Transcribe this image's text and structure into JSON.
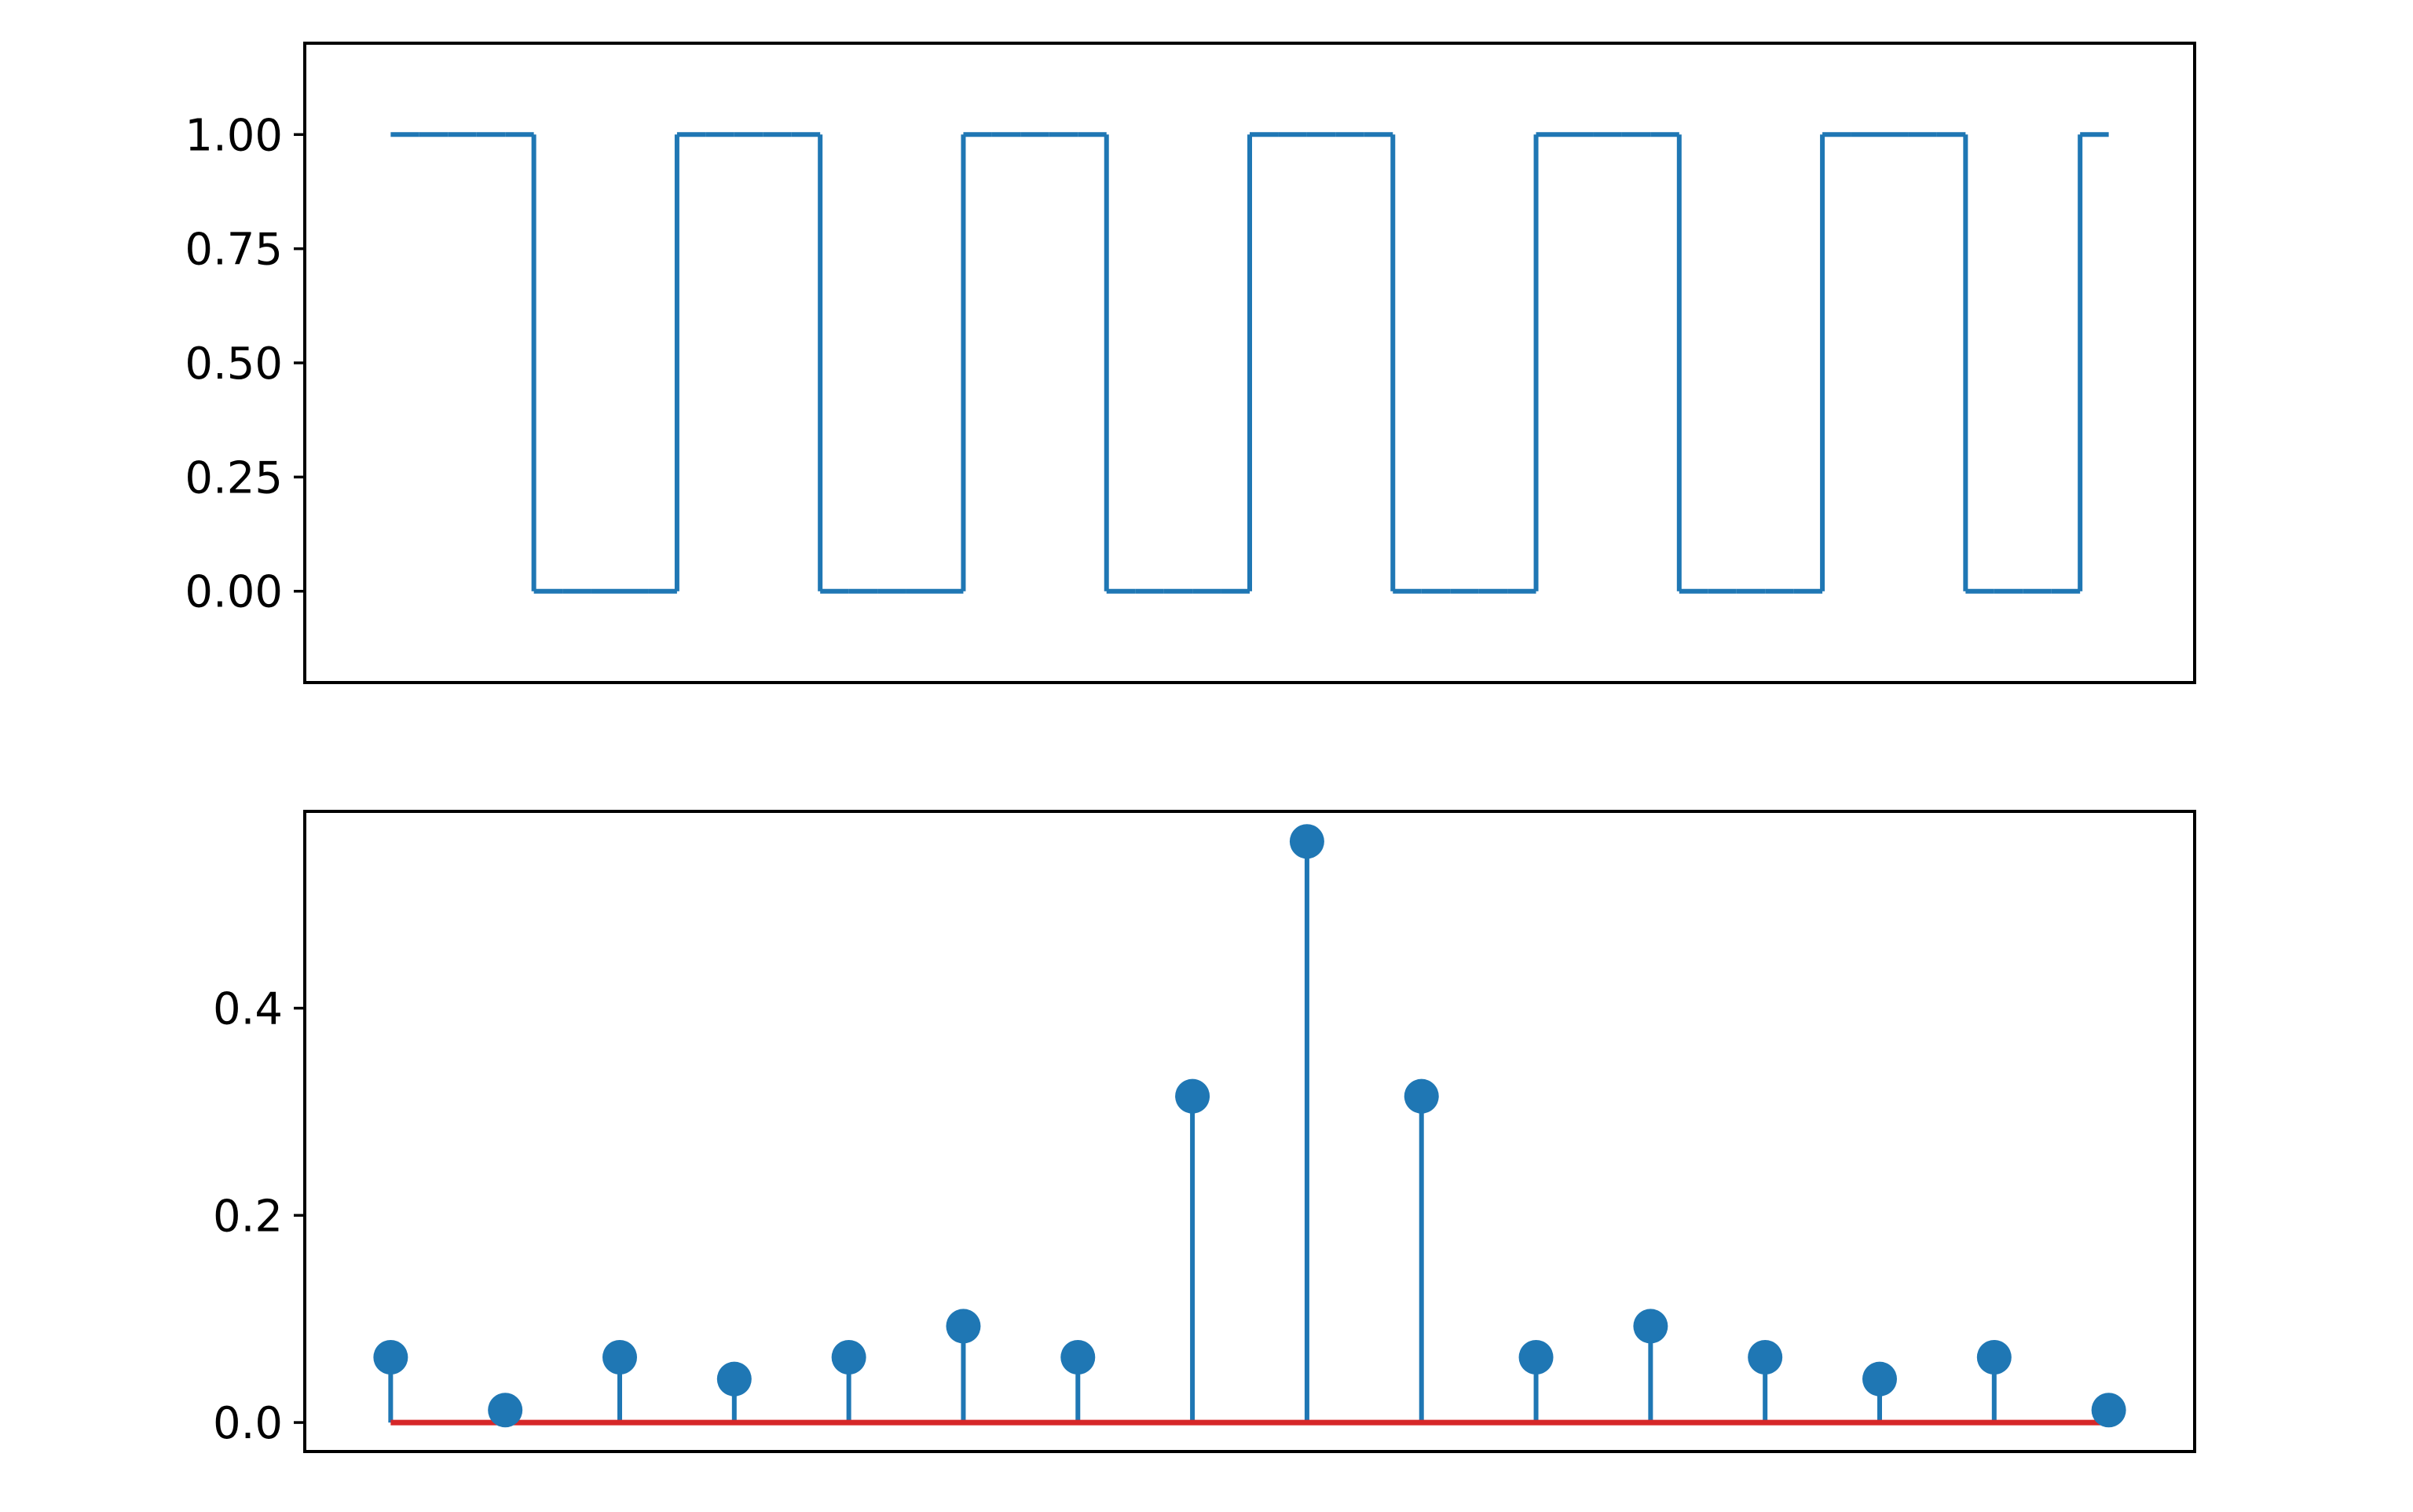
{
  "colors": {
    "series": "#1f77b4",
    "baseline": "#d62728",
    "axes": "#000000",
    "background": "#ffffff"
  },
  "chart_data": [
    {
      "type": "line",
      "step": true,
      "x": [
        0,
        1,
        2,
        3,
        4,
        5,
        6,
        7,
        8,
        9,
        10,
        11,
        12,
        13,
        14,
        15,
        16,
        17,
        18,
        19,
        20,
        21,
        22,
        23,
        24,
        25,
        26,
        27,
        28,
        29,
        30,
        31,
        32,
        33,
        34,
        35,
        36,
        37,
        38,
        39,
        40,
        41,
        42,
        43,
        44,
        45,
        46,
        47,
        48,
        49,
        50,
        51,
        52,
        53,
        54,
        55,
        56,
        57,
        58,
        59,
        60
      ],
      "values": [
        1,
        1,
        1,
        1,
        1,
        1,
        0,
        0,
        0,
        0,
        0,
        1,
        1,
        1,
        1,
        1,
        0,
        0,
        0,
        0,
        0,
        1,
        1,
        1,
        1,
        1,
        0,
        0,
        0,
        0,
        0,
        1,
        1,
        1,
        1,
        1,
        0,
        0,
        0,
        0,
        0,
        1,
        1,
        1,
        1,
        1,
        0,
        0,
        0,
        0,
        0,
        1,
        1,
        1,
        1,
        1,
        0,
        0,
        0,
        0,
        1
      ],
      "xlim": [
        -3,
        63
      ],
      "ylim": [
        -0.2,
        1.2
      ],
      "yticks": [
        0.0,
        0.25,
        0.5,
        0.75,
        1.0
      ],
      "ytick_labels": [
        "0.00",
        "0.25",
        "0.50",
        "0.75",
        "1.00"
      ],
      "xticks_visible": false,
      "grid": false
    },
    {
      "type": "stem",
      "x": [
        0,
        1,
        2,
        3,
        4,
        5,
        6,
        7,
        8,
        9,
        10,
        11,
        12,
        13,
        14,
        15
      ],
      "values": [
        0.063,
        0.012,
        0.063,
        0.042,
        0.063,
        0.093,
        0.063,
        0.315,
        0.561,
        0.315,
        0.063,
        0.093,
        0.063,
        0.042,
        0.063,
        0.012
      ],
      "baseline": 0,
      "xlim": [
        -0.75,
        15.75
      ],
      "ylim": [
        -0.028,
        0.59
      ],
      "yticks": [
        0.0,
        0.2,
        0.4
      ],
      "ytick_labels": [
        "0.0",
        "0.2",
        "0.4"
      ],
      "xticks_visible": false,
      "grid": false
    }
  ]
}
